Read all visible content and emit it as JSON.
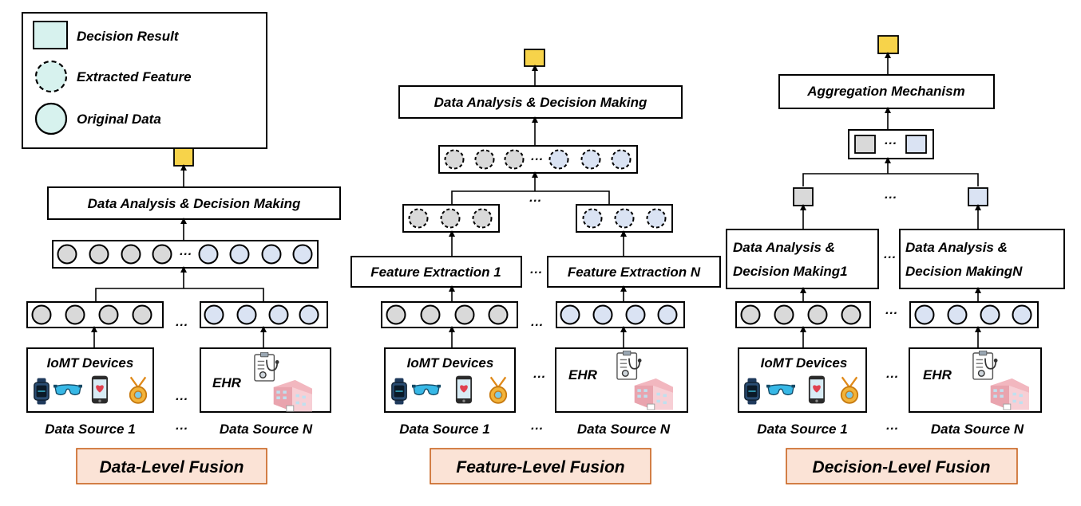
{
  "legend": {
    "decision_result": "Decision Result",
    "extracted_feature": "Extracted Feature",
    "original_data": "Original Data"
  },
  "common": {
    "ellipsis": "···",
    "iomt": "IoMT Devices",
    "ehr": "EHR",
    "source_1": "Data Source 1",
    "source_n": "Data Source N"
  },
  "data_level": {
    "title": "Data-Level Fusion",
    "analysis": "Data Analysis & Decision Making"
  },
  "feature_level": {
    "title": "Feature-Level Fusion",
    "analysis": "Data Analysis & Decision Making",
    "fe_1": "Feature Extraction 1",
    "fe_n": "Feature Extraction N"
  },
  "decision_level": {
    "title": "Decision-Level Fusion",
    "aggregation": "Aggregation Mechanism",
    "analysis_1_line1": "Data Analysis &",
    "analysis_1_line2": "Decision Making1",
    "analysis_n_line1": "Data Analysis &",
    "analysis_n_line2": "Decision  MakingN"
  },
  "colors": {
    "decision": "#f7d34a",
    "source1_circle": "#d9d9d9",
    "sourceN_circle": "#dae3f3",
    "legend_fill": "#d7f2ee",
    "title_bg": "#fbe3d6",
    "title_border": "#c55a11"
  },
  "icons": [
    "smartwatch-icon",
    "smart-glasses-icon",
    "smartphone-icon",
    "pendant-icon",
    "medical-record-icon",
    "hospital-icon"
  ]
}
